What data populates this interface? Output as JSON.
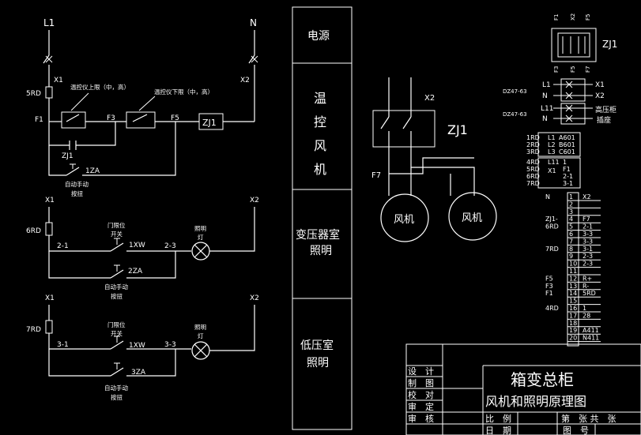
{
  "supply": {
    "l1": "L1",
    "n": "N"
  },
  "ckt1": {
    "fuse": "5RD",
    "x1": "X1",
    "x2": "X2",
    "f1": "F1",
    "f3": "F3",
    "f5": "F5",
    "upper_sw": "温控仪上限（中，高）",
    "lower_sw": "温控仪下限（中，高）",
    "relay": "ZJ1",
    "relay_contact": "ZJ1",
    "btn": "1ZA",
    "btn_desc_1": "自动手动",
    "btn_desc_2": "按扭"
  },
  "ckt2": {
    "x1": "X1",
    "x2": "X2",
    "fuse": "6RD",
    "w_left": "2-1",
    "w_right": "2-3",
    "door_1": "门限位",
    "door_2": "开关",
    "door_tag": "1XW",
    "lamp_1": "照明",
    "lamp_2": "灯",
    "btn": "2ZA",
    "btn_desc_1": "自动手动",
    "btn_desc_2": "按扭"
  },
  "ckt3": {
    "x1": "X1",
    "x2": "X2",
    "fuse": "7RD",
    "w_left": "3-1",
    "w_right": "3-3",
    "door_1": "门限位",
    "door_2": "开关",
    "door_tag": "1XW",
    "lamp_1": "照明",
    "lamp_2": "灯",
    "btn": "3ZA",
    "btn_desc_1": "自动手动",
    "btn_desc_2": "按扭"
  },
  "column": {
    "power": "电源",
    "fan_ctrl": [
      "温",
      "控",
      "风",
      "机"
    ],
    "tx_light_1": "变压器室",
    "tx_light_2": "照明",
    "lv_light_1": "低压室",
    "lv_light_2": "照明"
  },
  "fan": {
    "x2": "X2",
    "relay": "ZJ1",
    "f7": "F7",
    "fan1": "风机",
    "fan2": "风机"
  },
  "relay_top": {
    "tag": "ZJ1",
    "top_pins": [
      "F1",
      "X2",
      "F5"
    ],
    "bottom_pins": [
      "F3",
      "F5",
      "F7"
    ]
  },
  "breakers": {
    "b1_model": "DZ47-63",
    "b1_in": [
      "L1",
      "N"
    ],
    "b1_out": [
      "X1",
      "X2"
    ],
    "b2_model": "DZ47-63",
    "b2_in": [
      "L11",
      "N"
    ],
    "b2_out_1": "高压柜",
    "b2_out_2": "插座"
  },
  "terminal_block": {
    "top_left": [
      "1RD",
      "2RD",
      "3RD"
    ],
    "top_mid": [
      "L1",
      "L2",
      "L3"
    ],
    "top_right": [
      "A601",
      "B601",
      "C601"
    ],
    "mid_left": [
      "4RD",
      "5RD",
      "6RD",
      "7RD"
    ],
    "mid_mid": [
      "L11",
      "X1"
    ],
    "mid_right": [
      "1",
      "F1",
      "2-1",
      "3-1"
    ],
    "rows": [
      {
        "left": "N",
        "num": "1",
        "right": "X2"
      },
      {
        "left": "",
        "num": "2",
        "right": ""
      },
      {
        "left": "",
        "num": "3",
        "right": ""
      },
      {
        "left": "ZJ1-",
        "num": "4",
        "right": "F7"
      },
      {
        "left": "6RD",
        "num": "5",
        "right": "2-1"
      },
      {
        "left": "",
        "num": "6",
        "right": "3-3"
      },
      {
        "left": "",
        "num": "7",
        "right": "3-3"
      },
      {
        "left": "7RD",
        "num": "8",
        "right": "3-1"
      },
      {
        "left": "",
        "num": "9",
        "right": "2-3"
      },
      {
        "left": "",
        "num": "10",
        "right": "2-3"
      },
      {
        "left": "",
        "num": "11",
        "right": ""
      },
      {
        "left": "F5",
        "num": "12",
        "right": "R+"
      },
      {
        "left": "F3",
        "num": "13",
        "right": "R-"
      },
      {
        "left": "F1",
        "num": "14",
        "right": "5RD"
      },
      {
        "left": "",
        "num": "15",
        "right": ""
      },
      {
        "left": "4RD",
        "num": "16",
        "right": "1"
      },
      {
        "left": "",
        "num": "17",
        "right": "28"
      },
      {
        "left": "",
        "num": "18",
        "right": ""
      },
      {
        "left": "",
        "num": "19",
        "right": "A411"
      },
      {
        "left": "",
        "num": "20",
        "right": "N411"
      }
    ]
  },
  "title_block": {
    "rows": [
      "设　计",
      "制　图",
      "校　对",
      "审　定",
      "审　核"
    ],
    "title_1": "箱变总柜",
    "title_2": "风机和照明原理图",
    "scale": "比　例",
    "date": "日　期",
    "sheet": "第　张 共　张",
    "drawing_no": "图　号"
  }
}
